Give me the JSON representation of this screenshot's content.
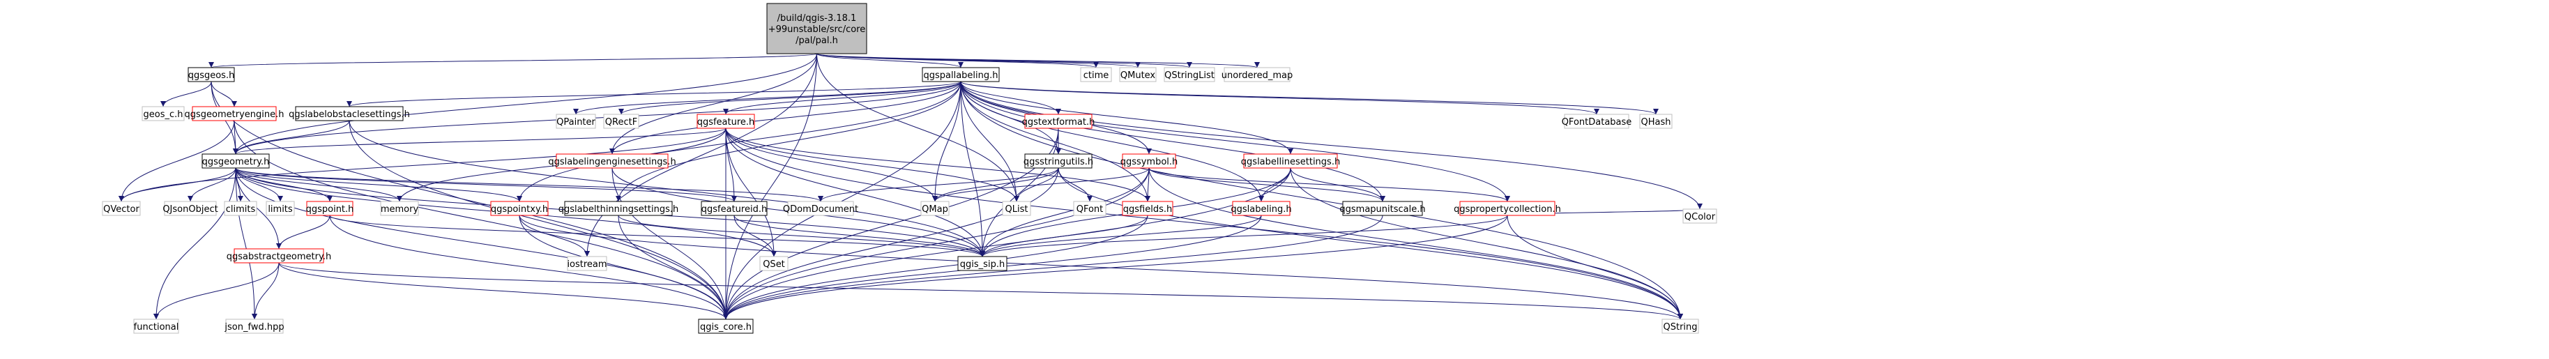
{
  "title": "/build/qgis-3.18.1+99unstable/src/core/pal/pal.h",
  "colors": {
    "edge": "#191970",
    "root_fill": "#bfbfbf",
    "doc_border": "#000000",
    "system_border": "#bfbfbf",
    "truncated_border": "#ff0000"
  },
  "nodes": {
    "pal_h": {
      "label": "/build/qgis-3.18.1+99unstable/src/core/pal/pal.h",
      "lines": [
        "/build/qgis-3.18.1",
        "+99unstable/src/core",
        "/pal/pal.h"
      ],
      "kind": "root"
    },
    "qgsgeos_h": {
      "label": "qgsgeos.h",
      "kind": "doc"
    },
    "qgspallabeling_h": {
      "label": "qgspallabeling.h",
      "kind": "doc"
    },
    "ctime": {
      "label": "ctime",
      "kind": "system"
    },
    "QMutex": {
      "label": "QMutex",
      "kind": "system"
    },
    "QStringList": {
      "label": "QStringList",
      "kind": "system"
    },
    "unordered_map": {
      "label": "unordered_map",
      "kind": "system"
    },
    "geos_c_h": {
      "label": "geos_c.h",
      "kind": "system"
    },
    "qgsgeometryengine_h": {
      "label": "qgsgeometryengine.h",
      "kind": "truncated"
    },
    "qgslabelobstaclesettings_h": {
      "label": "qgslabelobstaclesettings.h",
      "kind": "doc"
    },
    "QPainter": {
      "label": "QPainter",
      "kind": "system"
    },
    "QRectF": {
      "label": "QRectF",
      "kind": "system"
    },
    "qgsfeature_h": {
      "label": "qgsfeature.h",
      "kind": "truncated"
    },
    "qgstextformat_h": {
      "label": "qgstextformat.h",
      "kind": "truncated"
    },
    "QFontDatabase": {
      "label": "QFontDatabase",
      "kind": "system"
    },
    "QHash": {
      "label": "QHash",
      "kind": "system"
    },
    "qgsgeometry_h": {
      "label": "qgsgeometry.h",
      "kind": "doc"
    },
    "qgslabelingenginesettings_h": {
      "label": "qgslabelingenginesettings.h",
      "kind": "truncated"
    },
    "qgsstringutils_h": {
      "label": "qgsstringutils.h",
      "kind": "doc"
    },
    "qgssymbol_h": {
      "label": "qgssymbol.h",
      "kind": "truncated"
    },
    "qgslabellinesettings_h": {
      "label": "qgslabellinesettings.h",
      "kind": "truncated"
    },
    "QVector": {
      "label": "QVector",
      "kind": "system"
    },
    "QJsonObject": {
      "label": "QJsonObject",
      "kind": "system"
    },
    "climits": {
      "label": "climits",
      "kind": "system"
    },
    "limits": {
      "label": "limits",
      "kind": "system"
    },
    "qgspoint_h": {
      "label": "qgspoint.h",
      "kind": "truncated"
    },
    "memory": {
      "label": "memory",
      "kind": "system"
    },
    "qgspointxy_h": {
      "label": "qgspointxy.h",
      "kind": "truncated"
    },
    "qgslabelthinningsettings_h": {
      "label": "qgslabelthinningsettings.h",
      "kind": "doc"
    },
    "qgsfeatureid_h": {
      "label": "qgsfeatureid.h",
      "kind": "doc"
    },
    "QDomDocument": {
      "label": "QDomDocument",
      "kind": "system"
    },
    "QMap": {
      "label": "QMap",
      "kind": "system"
    },
    "QList": {
      "label": "QList",
      "kind": "system"
    },
    "QFont": {
      "label": "QFont",
      "kind": "system"
    },
    "qgsfields_h": {
      "label": "qgsfields.h",
      "kind": "truncated"
    },
    "qgslabeling_h": {
      "label": "qgslabeling.h",
      "kind": "truncated"
    },
    "qgsmapunitscale_h": {
      "label": "qgsmapunitscale.h",
      "kind": "doc"
    },
    "qgspropertycollection_h": {
      "label": "qgspropertycollection.h",
      "kind": "truncated"
    },
    "QColor": {
      "label": "QColor",
      "kind": "system"
    },
    "qgsabstractgeometry_h": {
      "label": "qgsabstractgeometry.h",
      "kind": "truncated"
    },
    "iostream": {
      "label": "iostream",
      "kind": "system"
    },
    "QSet": {
      "label": "QSet",
      "kind": "system"
    },
    "qgis_sip_h": {
      "label": "qgis_sip.h",
      "kind": "doc"
    },
    "functional": {
      "label": "functional",
      "kind": "system"
    },
    "json_fwd_hpp": {
      "label": "json_fwd.hpp",
      "kind": "system"
    },
    "qgis_core_h": {
      "label": "qgis_core.h",
      "kind": "doc"
    },
    "QString": {
      "label": "QString",
      "kind": "system"
    }
  },
  "edges": [
    [
      "pal_h",
      "qgsgeos_h"
    ],
    [
      "pal_h",
      "qgspallabeling_h"
    ],
    [
      "pal_h",
      "ctime"
    ],
    [
      "pal_h",
      "QMutex"
    ],
    [
      "pal_h",
      "QStringList"
    ],
    [
      "pal_h",
      "unordered_map"
    ],
    [
      "pal_h",
      "qgis_core_h"
    ],
    [
      "pal_h",
      "qgsgeometry_h"
    ],
    [
      "pal_h",
      "qgslabelingenginesettings_h"
    ],
    [
      "pal_h",
      "QList"
    ],
    [
      "pal_h",
      "iostream"
    ],
    [
      "qgsgeos_h",
      "geos_c_h"
    ],
    [
      "qgsgeos_h",
      "qgsgeometryengine_h"
    ],
    [
      "qgsgeos_h",
      "qgsgeometry_h"
    ],
    [
      "qgsgeos_h",
      "qgis_core_h"
    ],
    [
      "qgsgeometryengine_h",
      "qgsgeometry_h"
    ],
    [
      "qgsgeometryengine_h",
      "QVector"
    ],
    [
      "qgsgeometryengine_h",
      "qgis_core_h"
    ],
    [
      "qgspallabeling_h",
      "qgslabelobstaclesettings_h"
    ],
    [
      "qgspallabeling_h",
      "QPainter"
    ],
    [
      "qgspallabeling_h",
      "QRectF"
    ],
    [
      "qgspallabeling_h",
      "qgsfeature_h"
    ],
    [
      "qgspallabeling_h",
      "qgstextformat_h"
    ],
    [
      "qgspallabeling_h",
      "QFontDatabase"
    ],
    [
      "qgspallabeling_h",
      "QHash"
    ],
    [
      "qgspallabeling_h",
      "qgsgeometry_h"
    ],
    [
      "qgspallabeling_h",
      "qgslabelingenginesettings_h"
    ],
    [
      "qgspallabeling_h",
      "qgsstringutils_h"
    ],
    [
      "qgspallabeling_h",
      "qgssymbol_h"
    ],
    [
      "qgspallabeling_h",
      "qgslabellinesettings_h"
    ],
    [
      "qgspallabeling_h",
      "qgspointxy_h"
    ],
    [
      "qgspallabeling_h",
      "qgslabelthinningsettings_h"
    ],
    [
      "qgspallabeling_h",
      "QMap"
    ],
    [
      "qgspallabeling_h",
      "QList"
    ],
    [
      "qgspallabeling_h",
      "qgsfields_h"
    ],
    [
      "qgspallabeling_h",
      "qgslabeling_h"
    ],
    [
      "qgspallabeling_h",
      "qgsmapunitscale_h"
    ],
    [
      "qgspallabeling_h",
      "qgspropertycollection_h"
    ],
    [
      "qgspallabeling_h",
      "QColor"
    ],
    [
      "qgspallabeling_h",
      "qgis_sip_h"
    ],
    [
      "qgspallabeling_h",
      "qgis_core_h"
    ],
    [
      "qgspallabeling_h",
      "QString"
    ],
    [
      "qgslabelobstaclesettings_h",
      "qgsgeometry_h"
    ],
    [
      "qgslabelobstaclesettings_h",
      "qgis_core_h"
    ],
    [
      "qgslabelobstaclesettings_h",
      "qgis_sip_h"
    ],
    [
      "qgsfeature_h",
      "qgsgeometry_h"
    ],
    [
      "qgsfeature_h",
      "memory"
    ],
    [
      "qgsfeature_h",
      "qgsfeatureid_h"
    ],
    [
      "qgsfeature_h",
      "QMap"
    ],
    [
      "qgsfeature_h",
      "QList"
    ],
    [
      "qgsfeature_h",
      "qgsfields_h"
    ],
    [
      "qgsfeature_h",
      "qgis_core_h"
    ],
    [
      "qgsfeature_h",
      "qgis_sip_h"
    ],
    [
      "qgsfeature_h",
      "QVector"
    ],
    [
      "qgsfeature_h",
      "QString"
    ],
    [
      "qgsfeature_h",
      "QSet"
    ],
    [
      "qgstextformat_h",
      "qgsstringutils_h"
    ],
    [
      "qgstextformat_h",
      "qgis_core_h"
    ],
    [
      "qgstextformat_h",
      "qgis_sip_h"
    ],
    [
      "qgsgeometry_h",
      "QVector"
    ],
    [
      "qgsgeometry_h",
      "QJsonObject"
    ],
    [
      "qgsgeometry_h",
      "climits"
    ],
    [
      "qgsgeometry_h",
      "limits"
    ],
    [
      "qgsgeometry_h",
      "qgspoint_h"
    ],
    [
      "qgsgeometry_h",
      "memory"
    ],
    [
      "qgsgeometry_h",
      "qgspointxy_h"
    ],
    [
      "qgsgeometry_h",
      "qgsfeatureid_h"
    ],
    [
      "qgsgeometry_h",
      "QDomDocument"
    ],
    [
      "qgsgeometry_h",
      "qgsabstractgeometry_h"
    ],
    [
      "qgsgeometry_h",
      "functional"
    ],
    [
      "qgsgeometry_h",
      "json_fwd_hpp"
    ],
    [
      "qgsgeometry_h",
      "qgis_core_h"
    ],
    [
      "qgsgeometry_h",
      "qgis_sip_h"
    ],
    [
      "qgsgeometry_h",
      "QSet"
    ],
    [
      "qgslabelingenginesettings_h",
      "qgis_core_h"
    ],
    [
      "qgslabelingenginesettings_h",
      "qgis_sip_h"
    ],
    [
      "qgsstringutils_h",
      "QDomDocument"
    ],
    [
      "qgsstringutils_h",
      "QMap"
    ],
    [
      "qgsstringutils_h",
      "QList"
    ],
    [
      "qgsstringutils_h",
      "QFont"
    ],
    [
      "qgsstringutils_h",
      "qgis_core_h"
    ],
    [
      "qgsstringutils_h",
      "QString"
    ],
    [
      "qgssymbol_h",
      "qgsfields_h"
    ],
    [
      "qgssymbol_h",
      "qgsmapunitscale_h"
    ],
    [
      "qgssymbol_h",
      "qgspropertycollection_h"
    ],
    [
      "qgssymbol_h",
      "QMap"
    ],
    [
      "qgssymbol_h",
      "qgis_core_h"
    ],
    [
      "qgssymbol_h",
      "qgis_sip_h"
    ],
    [
      "qgssymbol_h",
      "QString"
    ],
    [
      "qgslabellinesettings_h",
      "qgslabeling_h"
    ],
    [
      "qgslabellinesettings_h",
      "qgsmapunitscale_h"
    ],
    [
      "qgslabellinesettings_h",
      "qgis_core_h"
    ],
    [
      "qgslabellinesettings_h",
      "qgis_sip_h"
    ],
    [
      "qgslabellinesettings_h",
      "QString"
    ],
    [
      "qgspoint_h",
      "qgsabstractgeometry_h"
    ],
    [
      "qgspoint_h",
      "qgis_core_h"
    ],
    [
      "qgspoint_h",
      "qgis_sip_h"
    ],
    [
      "qgspointxy_h",
      "iostream"
    ],
    [
      "qgspointxy_h",
      "qgis_core_h"
    ],
    [
      "qgspointxy_h",
      "QString"
    ],
    [
      "qgslabelthinningsettings_h",
      "qgis_core_h"
    ],
    [
      "qgslabelthinningsettings_h",
      "qgis_sip_h"
    ],
    [
      "qgsfeatureid_h",
      "QSet"
    ],
    [
      "qgsfeatureid_h",
      "qgis_sip_h"
    ],
    [
      "qgsfields_h",
      "qgis_sip_h"
    ],
    [
      "qgsfields_h",
      "qgis_core_h"
    ],
    [
      "qgslabeling_h",
      "qgis_core_h"
    ],
    [
      "qgslabeling_h",
      "qgis_sip_h"
    ],
    [
      "qgsmapunitscale_h",
      "qgis_core_h"
    ],
    [
      "qgspropertycollection_h",
      "qgis_core_h"
    ],
    [
      "qgspropertycollection_h",
      "qgis_sip_h"
    ],
    [
      "qgspropertycollection_h",
      "QString"
    ],
    [
      "qgspropertycollection_h",
      "QColor"
    ],
    [
      "qgsabstractgeometry_h",
      "functional"
    ],
    [
      "qgsabstractgeometry_h",
      "json_fwd_hpp"
    ],
    [
      "qgsabstractgeometry_h",
      "qgis_core_h"
    ],
    [
      "qgsabstractgeometry_h",
      "QString"
    ]
  ]
}
